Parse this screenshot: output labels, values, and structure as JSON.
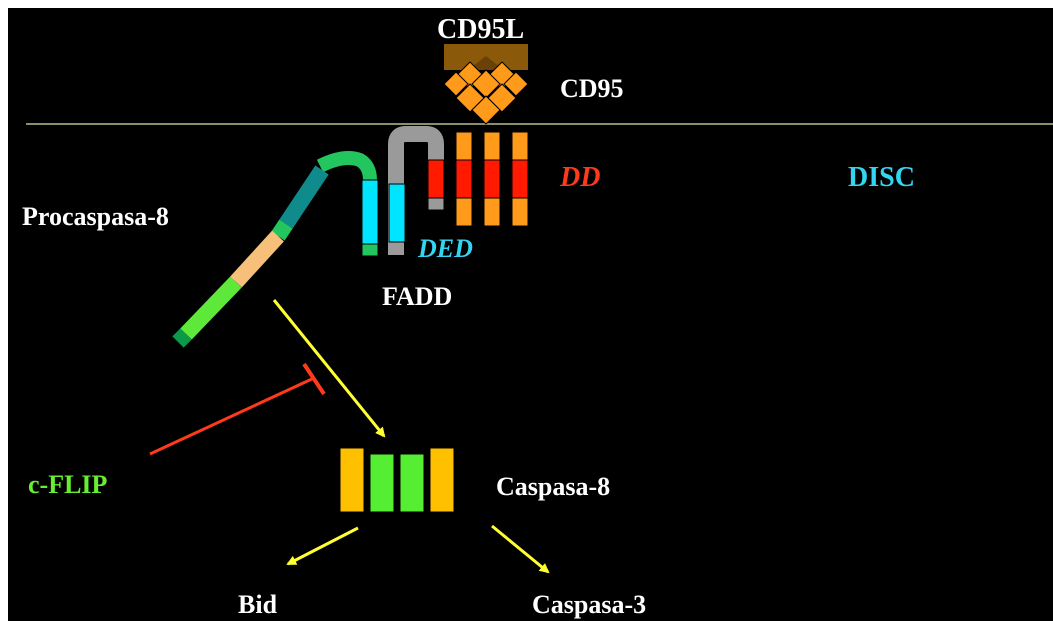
{
  "labels": {
    "cd95l": "CD95L",
    "cd95": "CD95",
    "dd": "DD",
    "disc": "DISC",
    "procaspasa8": "Procaspasa-8",
    "ded": "DED",
    "fadd": "FADD",
    "cflip": "c-FLIP",
    "caspasa8": "Caspasa-8",
    "bid": "Bid",
    "caspasa3": "Caspasa-3"
  },
  "colors": {
    "background": "#000000",
    "membrane": "#8a8f6a",
    "ligand": "#8a5a0a",
    "receptor": "#ff9a1a",
    "death_domain": "#ff1a00",
    "fadd_grey": "#9a9a9a",
    "ded_cyan": "#00e5ff",
    "procaspase_green": "#22c55e",
    "procaspase_teal": "#0f8b8b",
    "procaspase_peach": "#f6c07a",
    "procaspase_lime": "#5ee83a",
    "caspase_orange": "#ffc000",
    "caspase_green": "#55ee33",
    "activation_arrow": "#ffff33",
    "inhibition": "#ff3a1a",
    "dd_label": "#ff3a1a",
    "ded_label": "#33d6f0",
    "disc_label": "#33d6f0",
    "cflip_label": "#66ee33"
  }
}
